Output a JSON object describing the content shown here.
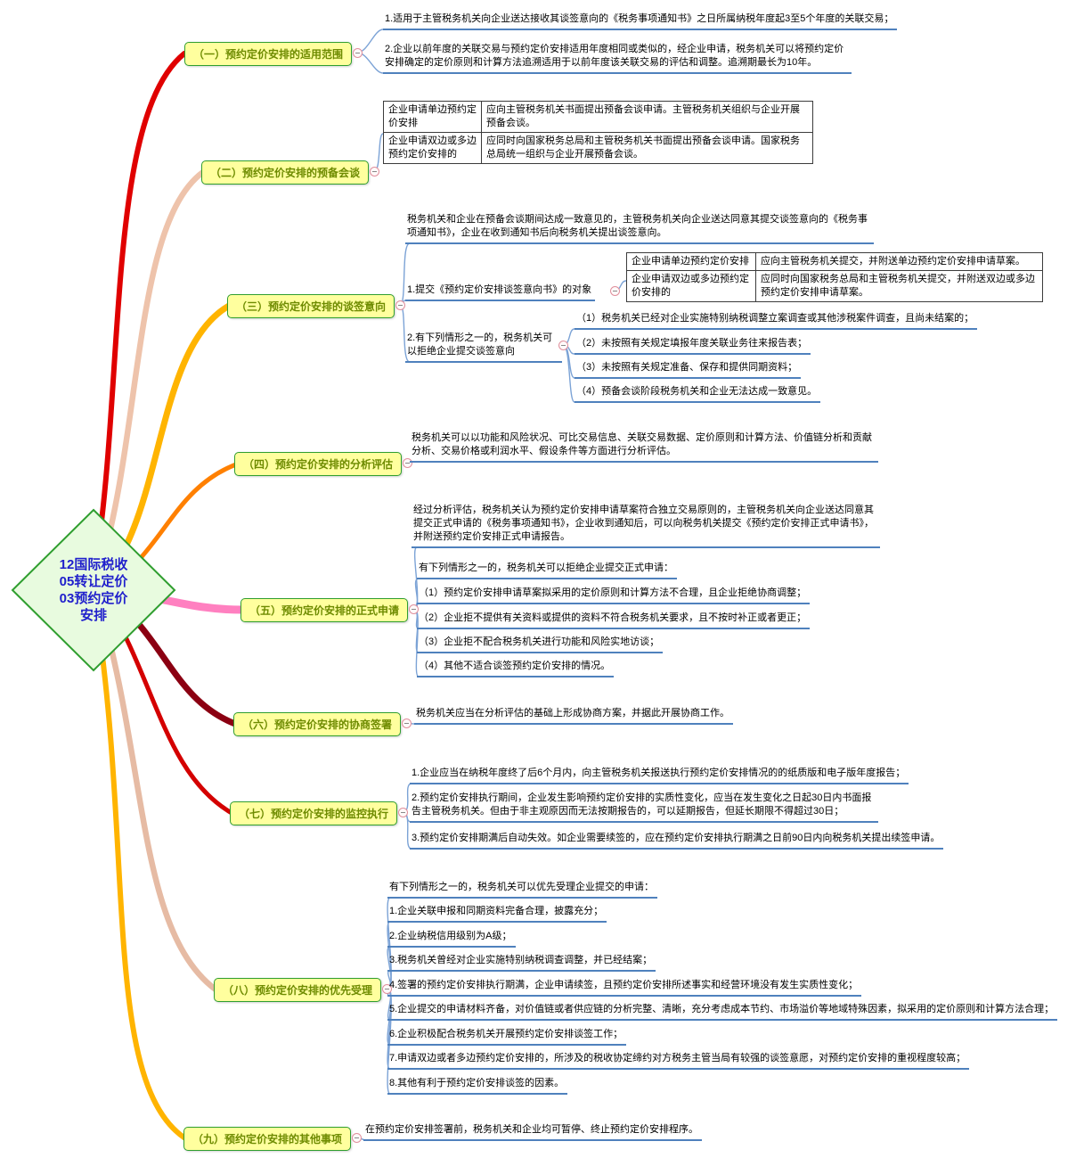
{
  "root": {
    "title": "12国际税收\n05转让定价\n03预约定价\n安排"
  },
  "palette": {
    "root_fill": "#e8fbdf",
    "root_border": "#2f9e2f",
    "root_text": "#2020cc",
    "label_fill": "#ffff9e",
    "label_border": "#2f9e2f",
    "label_text": "#6e8b00",
    "underline": "#4f81bd",
    "connector": "#7ca3d6",
    "curves": [
      "#e00000",
      "#eec3ab",
      "#ffb400",
      "#ff8000",
      "#ff80c0",
      "#8b0012",
      "#d40000",
      "#e6bba4",
      "#ffb400"
    ]
  },
  "branches": [
    {
      "label": "（一）预约定价安排的适用范围",
      "items": [
        "1.适用于主管税务机关向企业送达接收其谈签意向的《税务事项通知书》之日所属纳税年度起3至5个年度的关联交易；",
        "2.企业以前年度的关联交易与预约定价安排适用年度相同或类似的，经企业申请，税务机关可以将预约定价安排确定的定价原则和计算方法追溯适用于以前年度该关联交易的评估和调整。追溯期最长为10年。"
      ]
    },
    {
      "label": "（二）预约定价安排的预备会谈",
      "table": [
        {
          "left": "企业申请单边预约定价安排",
          "right": "应向主管税务机关书面提出预备会谈申请。主管税务机关组织与企业开展预备会谈。"
        },
        {
          "left": "企业申请双边或多边预约定价安排的",
          "right": "应同时向国家税务总局和主管税务机关书面提出预备会谈申请。国家税务总局统一组织与企业开展预备会谈。"
        }
      ]
    },
    {
      "label": "（三）预约定价安排的谈签意向",
      "intro": "税务机关和企业在预备会谈期间达成一致意见的，主管税务机关向企业送达同意其提交谈签意向的《税务事项通知书》，企业在收到通知书后向税务机关提出谈签意向。",
      "node1": {
        "title": "1.提交《预约定价安排谈签意向书》的对象",
        "table": [
          {
            "left": "企业申请单边预约定价安排",
            "right": "应向主管税务机关提交，并附送单边预约定价安排申请草案。"
          },
          {
            "left": "企业申请双边或多边预约定价安排的",
            "right": "应同时向国家税务总局和主管税务机关提交，并附送双边或多边预约定价安排申请草案。"
          }
        ]
      },
      "node2": {
        "title": "2.有下列情形之一的，税务机关可以拒绝企业提交谈签意向",
        "items": [
          "（1）税务机关已经对企业实施特别纳税调整立案调查或其他涉税案件调查，且尚未结案的；",
          "（2）未按照有关规定填报年度关联业务往来报告表；",
          "（3）未按照有关规定准备、保存和提供同期资料；",
          "（4）预备会谈阶段税务机关和企业无法达成一致意见。"
        ]
      }
    },
    {
      "label": "（四）预约定价安排的分析评估",
      "text": "税务机关可以以功能和风险状况、可比交易信息、关联交易数据、定价原则和计算方法、价值链分析和贡献分析、交易价格或利润水平、假设条件等方面进行分析评估。"
    },
    {
      "label": "（五）预约定价安排的正式申请",
      "intro": "经过分析评估，税务机关认为预约定价安排申请草案符合独立交易原则的，主管税务机关向企业送达同意其提交正式申请的《税务事项通知书》，企业收到通知后，可以向税务机关提交《预约定价安排正式申请书》，并附送预约定价安排正式申请报告。",
      "header": "有下列情形之一的，税务机关可以拒绝企业提交正式申请：",
      "items": [
        "（1）预约定价安排申请草案拟采用的定价原则和计算方法不合理，且企业拒绝协商调整；",
        "（2）企业拒不提供有关资料或提供的资料不符合税务机关要求，且不按时补正或者更正；",
        "（3）企业拒不配合税务机关进行功能和风险实地访谈；",
        "（4）其他不适合谈签预约定价安排的情况。"
      ]
    },
    {
      "label": "（六）预约定价安排的协商签署",
      "text": "税务机关应当在分析评估的基础上形成协商方案，并据此开展协商工作。"
    },
    {
      "label": "（七）预约定价安排的监控执行",
      "items": [
        "1.企业应当在纳税年度终了后6个月内，向主管税务机关报送执行预约定价安排情况的的纸质版和电子版年度报告；",
        "2.预约定价安排执行期间，企业发生影响预约定价安排的实质性变化，应当在发生变化之日起30日内书面报告主管税务机关。但由于非主观原因而无法按期报告的，可以延期报告，但延长期限不得超过30日；",
        "3.预约定价安排期满后自动失效。如企业需要续签的，应在预约定价安排执行期满之日前90日内向税务机关提出续签申请。"
      ]
    },
    {
      "label": "（八）预约定价安排的优先受理",
      "intro": "有下列情形之一的，税务机关可以优先受理企业提交的申请：",
      "items": [
        "1.企业关联申报和同期资料完备合理，披露充分；",
        "2.企业纳税信用级别为A级；",
        "3.税务机关曾经对企业实施特别纳税调查调整，并已经结案；",
        "4.签署的预约定价安排执行期满，企业申请续签，且预约定价安排所述事实和经营环境没有发生实质性变化；",
        "5.企业提交的申请材料齐备，对价值链或者供应链的分析完整、清晰，充分考虑成本节约、市场溢价等地域特殊因素，拟采用的定价原则和计算方法合理；",
        "6.企业积极配合税务机关开展预约定价安排谈签工作；",
        "7.申请双边或者多边预约定价安排的，所涉及的税收协定缔约对方税务主管当局有较强的谈签意愿，对预约定价安排的重视程度较高；",
        "8.其他有利于预约定价安排谈签的因素。"
      ]
    },
    {
      "label": "（九）预约定价安排的其他事项",
      "text": "在预约定价安排签署前，税务机关和企业均可暂停、终止预约定价安排程序。"
    }
  ]
}
